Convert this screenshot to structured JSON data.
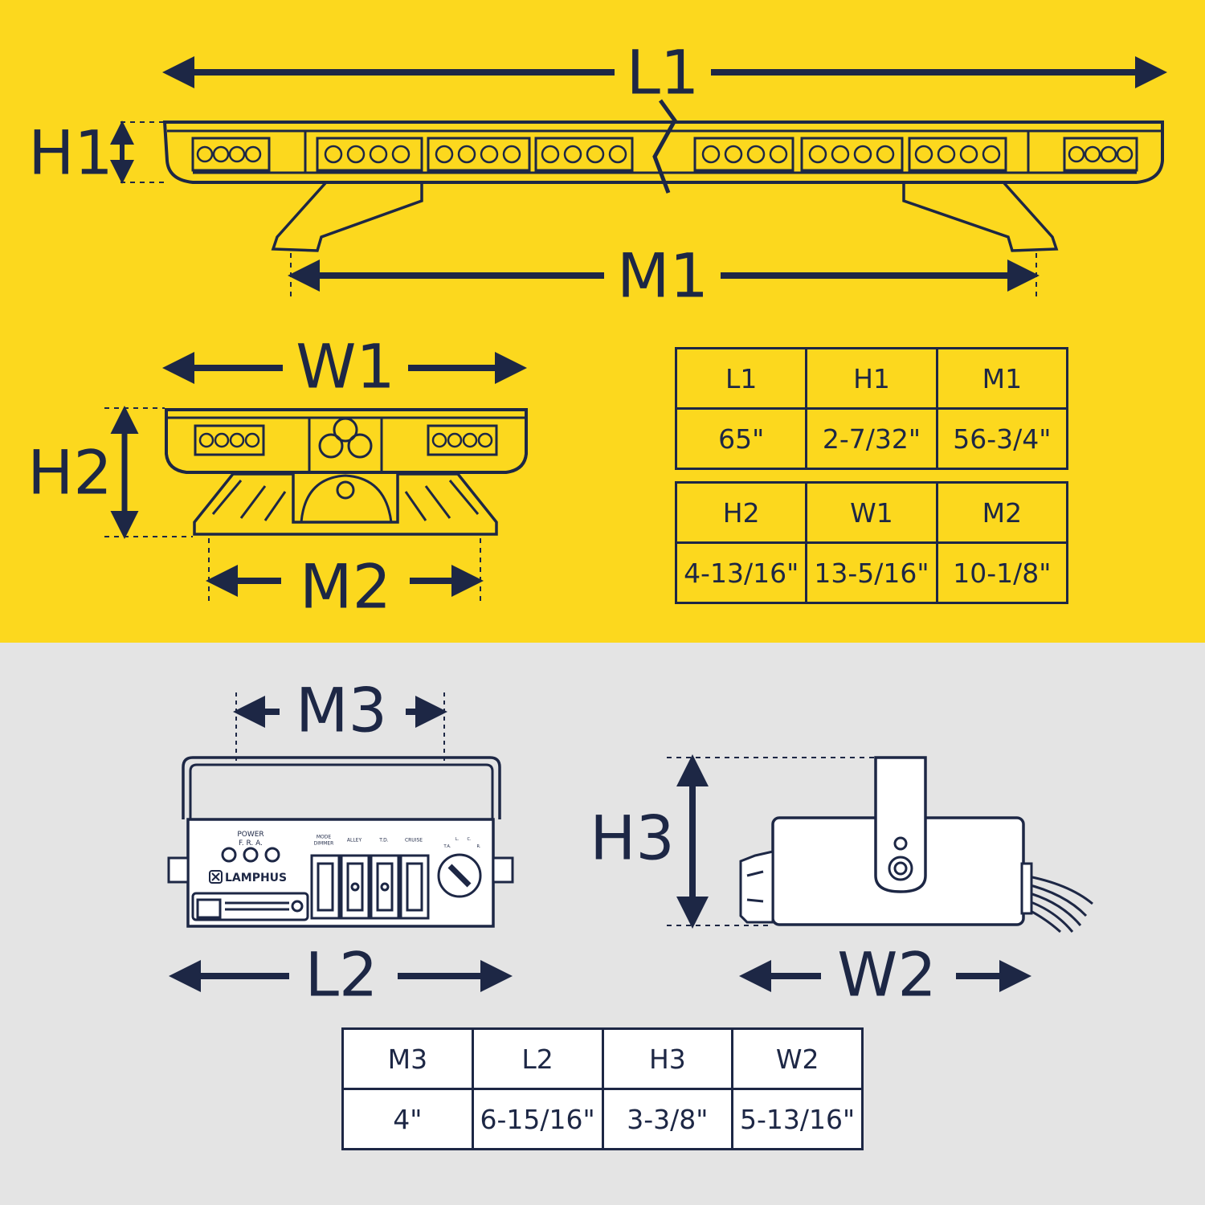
{
  "colors": {
    "top_background": "#fcd81e",
    "bottom_background": "#e4e4e4",
    "ink": "#1d2745"
  },
  "lightbar": {
    "labels": {
      "l1": "L1",
      "h1": "H1",
      "m1": "M1",
      "w1": "W1",
      "h2": "H2",
      "m2": "M2"
    },
    "table_top": {
      "headers": [
        "L1",
        "H1",
        "M1"
      ],
      "values": [
        "65\"",
        "2-7/32\"",
        "56-3/4\""
      ]
    },
    "table_bottom": {
      "headers": [
        "H2",
        "W1",
        "M2"
      ],
      "values": [
        "4-13/16\"",
        "13-5/16\"",
        "10-1/8\""
      ]
    }
  },
  "controller": {
    "labels": {
      "m3": "M3",
      "l2": "L2",
      "h3": "H3",
      "w2": "W2"
    },
    "brand": "LAMPHUS",
    "panel": {
      "power": "POWER",
      "fra": "F.  R.  A.",
      "mode_dimmer_1": "MODE",
      "mode_dimmer_2": "DIMMER",
      "alley": "ALLEY",
      "td": "T.D.",
      "cruise": "CRUISE",
      "knob_ta": "T.A.",
      "knob_l": "L.",
      "knob_c": "C.",
      "knob_r": "R."
    },
    "table": {
      "headers": [
        "M3",
        "L2",
        "H3",
        "W2"
      ],
      "values": [
        "4\"",
        "6-15/16\"",
        "3-3/8\"",
        "5-13/16\""
      ]
    }
  }
}
